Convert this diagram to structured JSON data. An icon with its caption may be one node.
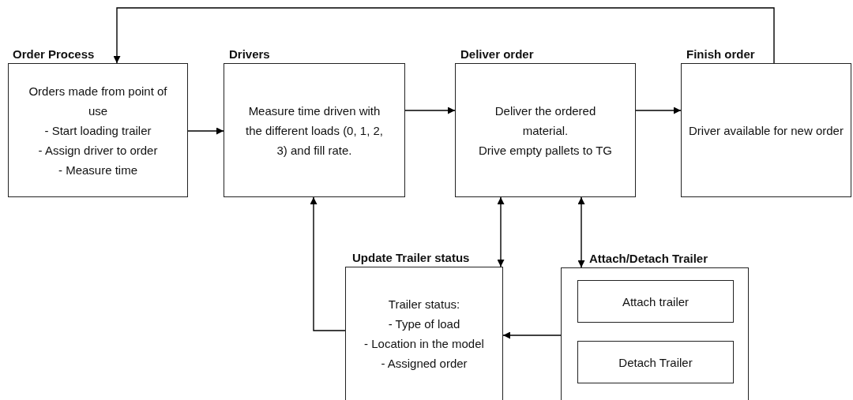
{
  "diagram": {
    "nodes": [
      {
        "text": [
          "Order Process",
          "Orders made from point of use",
          "- Start loading trailer",
          "- Assign driver to order",
          "- Measure time"
        ]
      },
      {
        "text": [
          "Drivers",
          "Measure time driven with the different loads (0, 1, 2, 3) and fill rate."
        ]
      },
      {
        "text": [
          "Deliver order",
          "Deliver the ordered material.",
          "Drive empty pallets to TG"
        ]
      },
      {
        "text": [
          "Finish order",
          "Driver available for new order"
        ]
      },
      {
        "text": [
          "Update Trailer status",
          "Trailer status:",
          "- Type of load",
          "- Location in the model",
          "- Assigned order"
        ]
      },
      {
        "text": [
          "Attach/Detach Trailer"
        ]
      },
      {
        "text": [
          "Attach trailer"
        ],
        "in": 5
      },
      {
        "text": [
          "Detach Trailer"
        ],
        "in": 5
      }
    ],
    "edges": [
      {
        "from": 0,
        "to": 1,
        "arrow": "to"
      },
      {
        "from": 1,
        "to": 2,
        "arrow": "to"
      },
      {
        "from": 2,
        "to": 3,
        "arrow": "to"
      },
      {
        "from": 3,
        "to": 0,
        "arrow": "to"
      },
      {
        "from": 4,
        "to": 1,
        "arrow": "to"
      },
      {
        "from": 4,
        "to": 2,
        "arrow": "both"
      },
      {
        "from": 5,
        "to": 2,
        "arrow": "both"
      },
      {
        "from": 5,
        "to": 4,
        "arrow": "to"
      }
    ]
  }
}
